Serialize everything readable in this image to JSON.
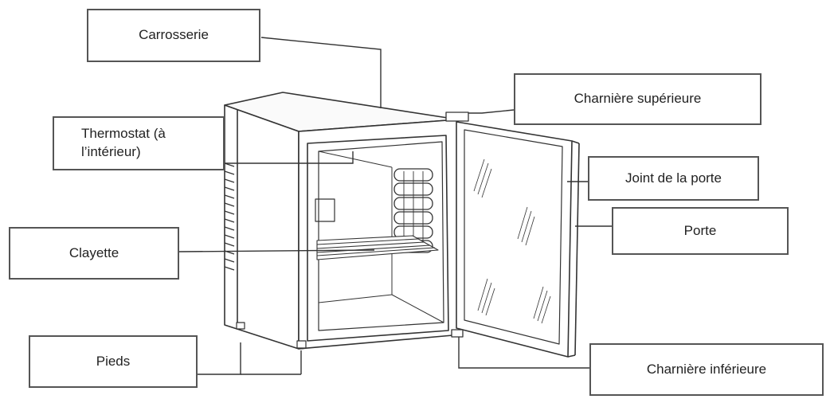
{
  "labels": {
    "carrosserie": "Carrosserie",
    "thermostat_line1": "Thermostat (à",
    "thermostat_line2": "l’intérieur)",
    "clayette": "Clayette",
    "pieds": "Pieds",
    "charniere_superieure": "Charnière supérieure",
    "joint_porte": "Joint de la porte",
    "porte": "Porte",
    "charniere_inferieure": "Charnière inférieure"
  },
  "colors": {
    "box_border": "#555555",
    "line": "#333333",
    "text": "#222222"
  }
}
